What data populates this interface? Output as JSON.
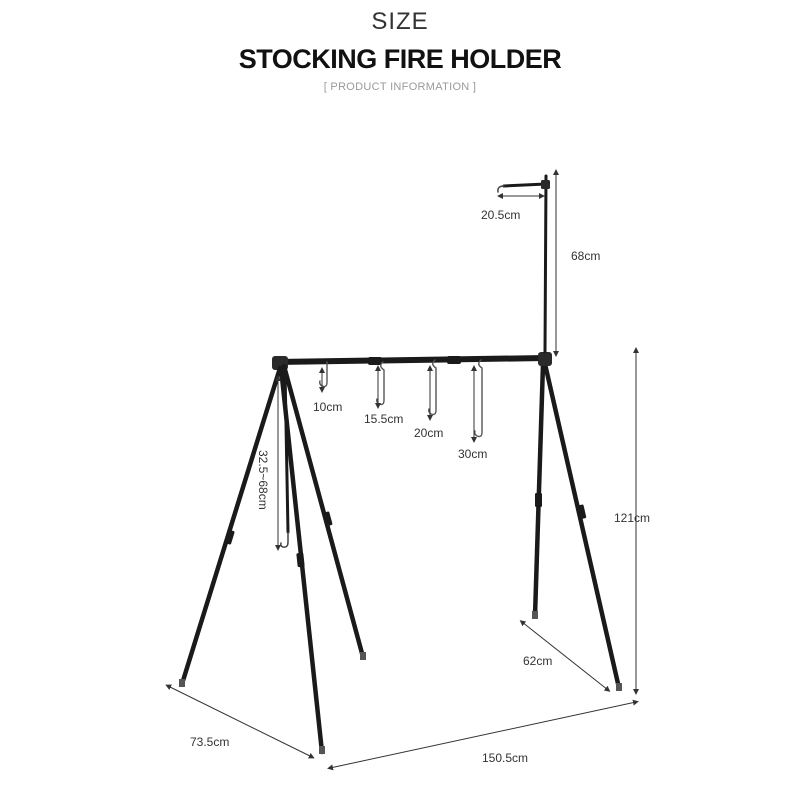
{
  "header": {
    "size_label": "SIZE",
    "title": "STOCKING FIRE HOLDER",
    "subtitle": "[ PRODUCT INFORMATION ]"
  },
  "dimensions": {
    "arm_length": "20.5cm",
    "pole_height": "68cm",
    "hook_1": "10cm",
    "hook_2": "15.5cm",
    "hook_3": "20cm",
    "hook_4": "30cm",
    "chain": "32.5~68cm",
    "frame_height": "121cm",
    "right_depth": "62cm",
    "left_depth": "73.5cm",
    "width": "150.5cm"
  },
  "colors": {
    "frame": "#1a1a1a",
    "dimension_line": "#333333",
    "hook": "#555555"
  }
}
